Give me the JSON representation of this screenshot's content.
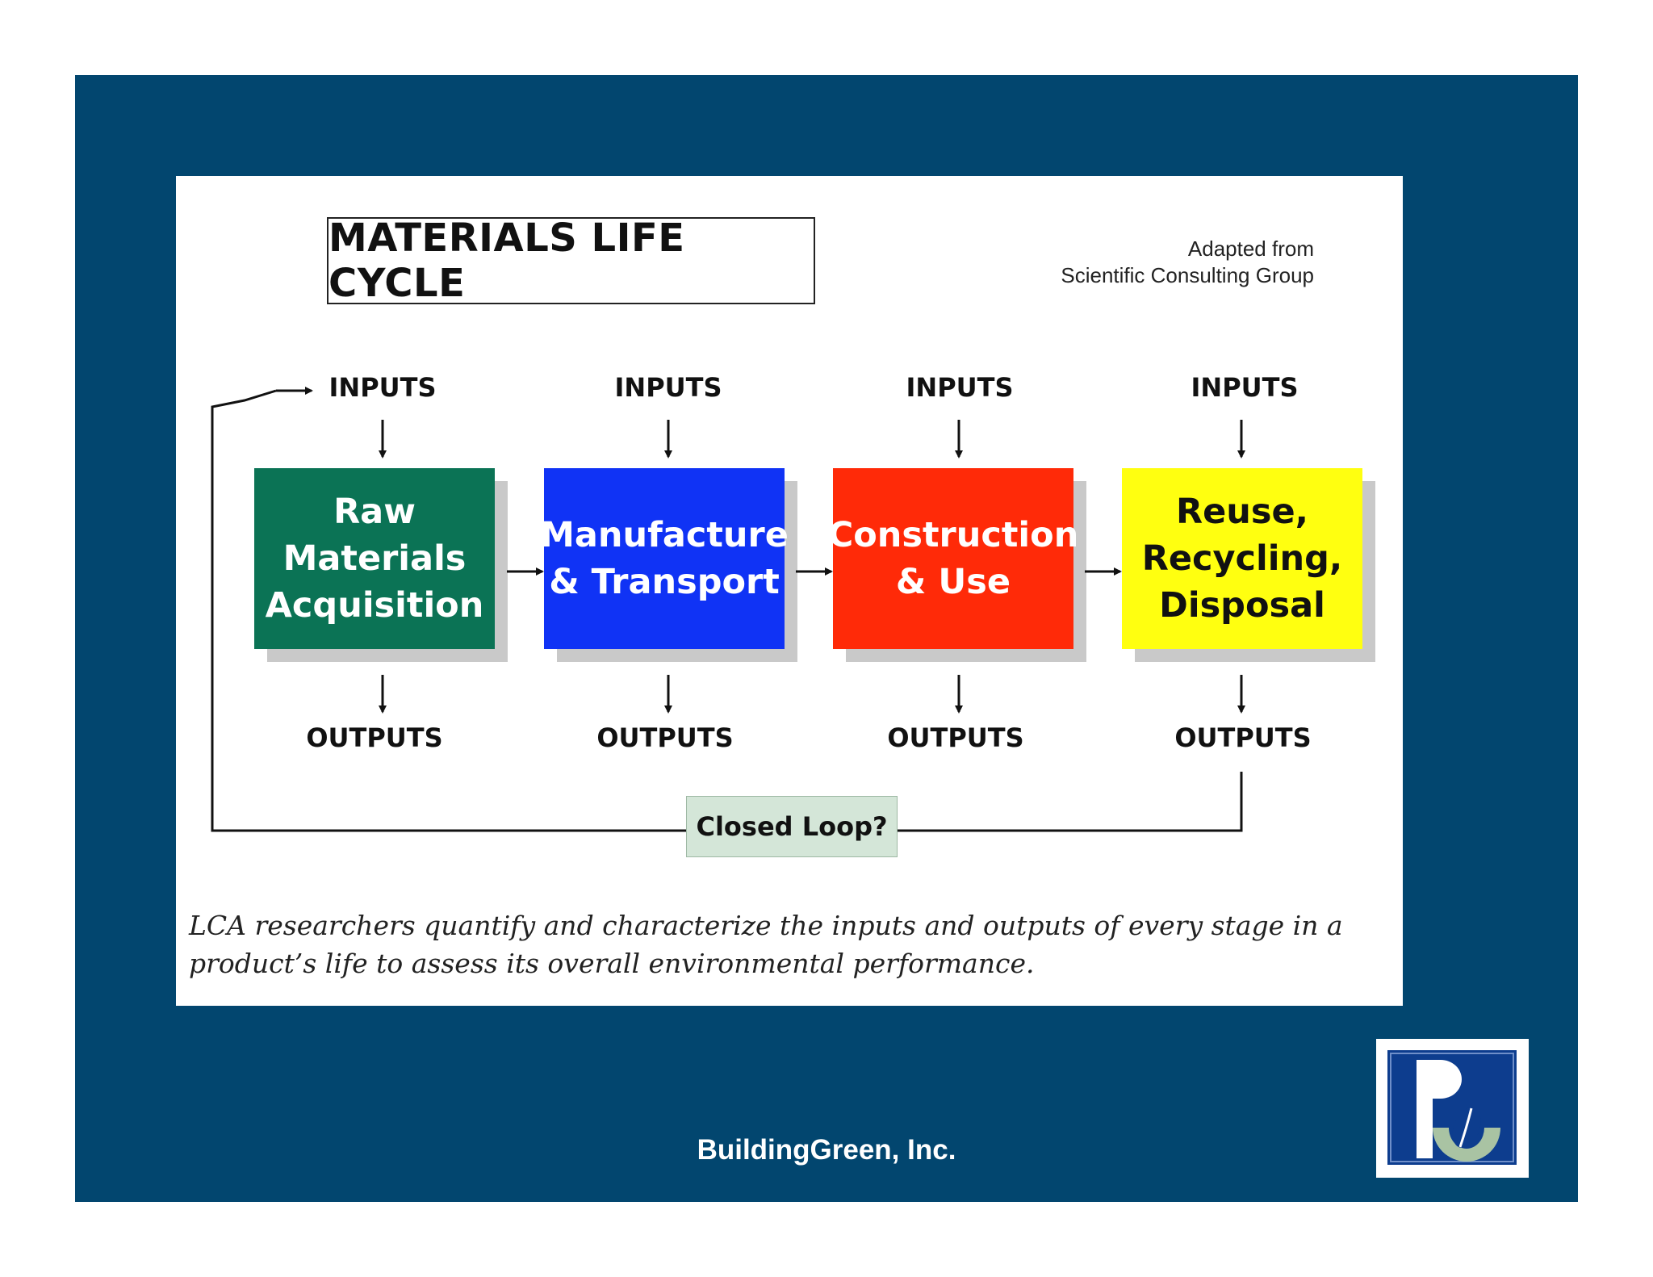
{
  "diagram": {
    "title": "MATERIALS LIFE CYCLE",
    "credit": {
      "line1": "Adapted from",
      "line2": "Scientific Consulting Group"
    },
    "stages": [
      {
        "label": "Raw\nMaterials\nAcquisition",
        "color": "#0b7355",
        "text_color": "#ffffff"
      },
      {
        "label": "Manufacture\n& Transport",
        "color": "#1033f5",
        "text_color": "#ffffff"
      },
      {
        "label": "Construction\n& Use",
        "color": "#ff2a08",
        "text_color": "#ffffff"
      },
      {
        "label": "Reuse,\nRecycling,\nDisposal",
        "color": "#ffff10",
        "text_color": "#111111"
      }
    ],
    "inputs_label": "INPUTS",
    "outputs_label": "OUTPUTS",
    "closed_loop_label": "Closed Loop?",
    "caption": "LCA researchers quantify and characterize the inputs and outputs of every stage in a product’s life to assess its overall environmental performance."
  },
  "footer": {
    "company": "BuildingGreen, Inc."
  },
  "logo": {
    "icon": "buildinggreen-logo-icon",
    "colors": {
      "blue": "#0d3d8e",
      "green": "#a9c3a3"
    }
  }
}
